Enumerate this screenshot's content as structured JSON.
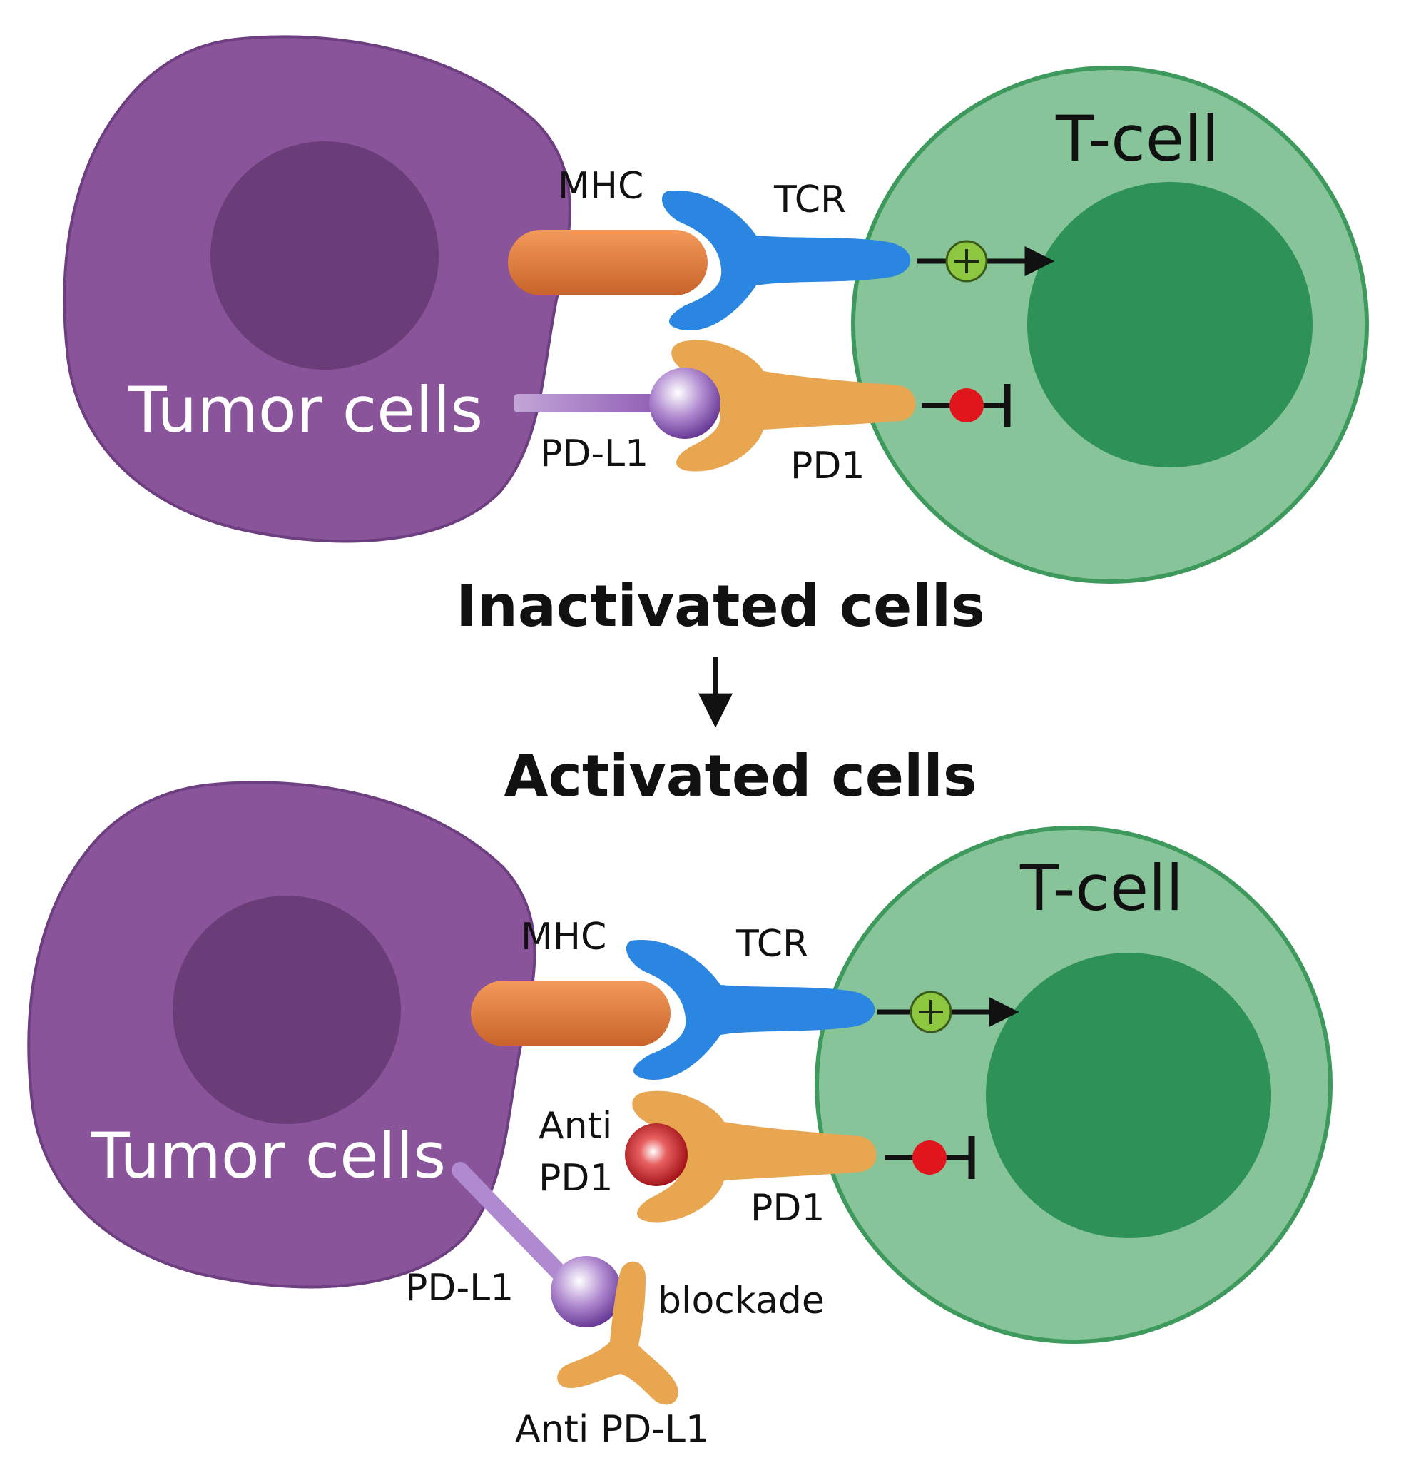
{
  "top_panel": {
    "tcell_label": "T-cell",
    "tumor_label": "Tumor cells",
    "mhc_label": "MHC",
    "tcr_label": "TCR",
    "pdl1_label": "PD-L1",
    "pd1_label": "PD1"
  },
  "transition": {
    "from_label": "Inactivated cells",
    "to_label": "Activated cells"
  },
  "bottom_panel": {
    "tcell_label": "T-cell",
    "tumor_label": "Tumor cells",
    "mhc_label": "MHC",
    "tcr_label": "TCR",
    "anti_pd1_label_line1": "Anti",
    "anti_pd1_label_line2": "PD1",
    "pd1_label": "PD1",
    "pdl1_label": "PD-L1",
    "blockade_label": "blockade",
    "anti_pdl1_label": "Anti PD-L1"
  },
  "colors": {
    "tumor_cell": "#8a549a",
    "tumor_nucleus": "#6b3d78",
    "tcell": "#88c49a",
    "tcell_border": "#3d9a5c",
    "tcell_nucleus": "#2e9158",
    "mhc": "#e07a3a",
    "tcr": "#2a86e0",
    "pd1": "#e8a650",
    "pdl1": "#8a55b0",
    "activation_symbol": "#8dc63f",
    "inhibition_symbol": "#e0161c",
    "anti_pd1_ball": "#c4161c"
  }
}
